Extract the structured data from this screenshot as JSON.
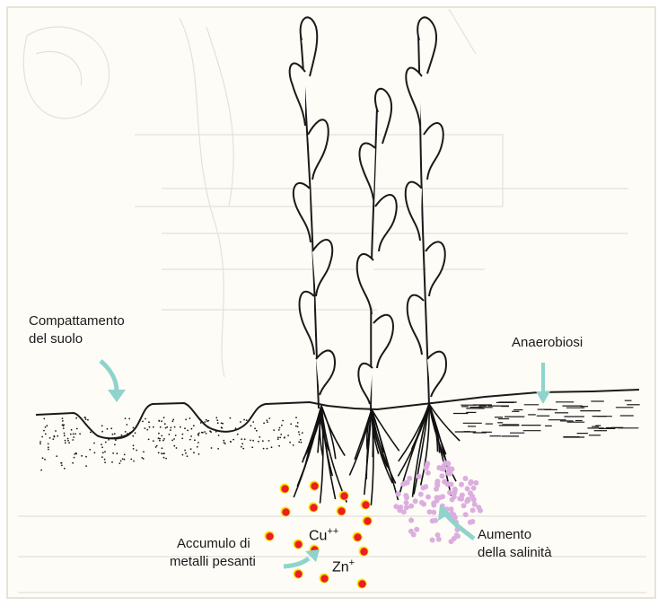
{
  "labels": {
    "compaction_line1": "Compattamento",
    "compaction_line2": "del suolo",
    "anaerobiosis": "Anaerobiosi",
    "metals_line1": "Accumulo di",
    "metals_line2": "metalli pesanti",
    "salinity_line1": "Aumento",
    "salinity_line2": "della salinità"
  },
  "ions": {
    "copper_symbol": "Cu",
    "copper_charge": "++",
    "zinc_symbol": "Zn",
    "zinc_charge": "+"
  },
  "colors": {
    "page_background": "#fefcf6",
    "ink": "#1a1a1a",
    "arrow": "#8fd3cc",
    "metal_dot_fill": "#ee1c25",
    "metal_dot_ring": "#f6e600",
    "salt_dot": "#dcaee0"
  }
}
